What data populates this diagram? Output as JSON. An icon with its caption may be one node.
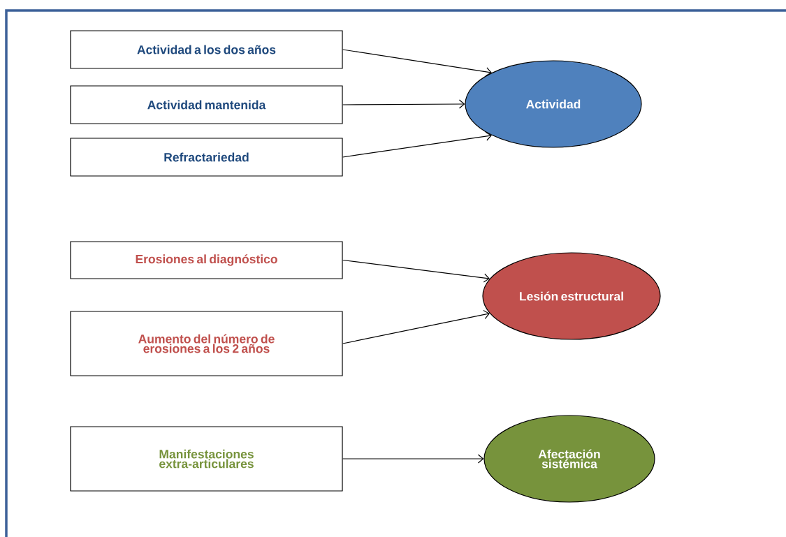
{
  "diagram": {
    "nodes": [
      {
        "text": [
          "Actividad a los dos años"
        ]
      },
      {
        "text": [
          "Actividad mantenida"
        ]
      },
      {
        "text": [
          "Refractariedad"
        ]
      },
      {
        "text": [
          "Actividad"
        ]
      },
      {
        "text": [
          "Erosiones al diagnóstico"
        ]
      },
      {
        "text": [
          "Aumento del número de erosiones a los 2 años"
        ]
      },
      {
        "text": [
          "Lesión estructural"
        ]
      },
      {
        "text": [
          "Manifestaciones extra-articulares"
        ]
      },
      {
        "text": [
          "Afectación sistémica"
        ]
      }
    ],
    "edges": [
      {
        "from": 0,
        "to": 3,
        "arrow": "to"
      },
      {
        "from": 1,
        "to": 3,
        "arrow": "to"
      },
      {
        "from": 2,
        "to": 3,
        "arrow": "to"
      },
      {
        "from": 4,
        "to": 6,
        "arrow": "to"
      },
      {
        "from": 5,
        "to": 6,
        "arrow": "to"
      },
      {
        "from": 7,
        "to": 8,
        "arrow": "to"
      }
    ]
  }
}
